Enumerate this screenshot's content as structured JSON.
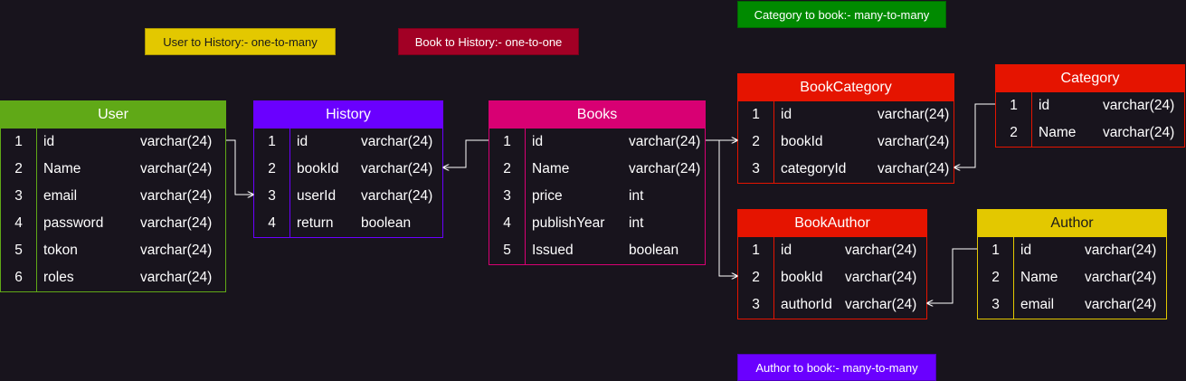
{
  "notes": {
    "user_history": "User to History:- one-to-many",
    "book_history": "Book to History:- one-to-one",
    "category_book": "Category to book:- many-to-many",
    "author_book": "Author to book:- many-to-many"
  },
  "tables": {
    "user": {
      "title": "User",
      "color": "#60a917",
      "rows": [
        {
          "n": "1",
          "field": "id",
          "type": "varchar(24)"
        },
        {
          "n": "2",
          "field": "Name",
          "type": "varchar(24)"
        },
        {
          "n": "3",
          "field": "email",
          "type": "varchar(24)"
        },
        {
          "n": "4",
          "field": "password",
          "type": "varchar(24)"
        },
        {
          "n": "5",
          "field": "tokon",
          "type": "varchar(24)"
        },
        {
          "n": "6",
          "field": "roles",
          "type": "varchar(24)"
        }
      ]
    },
    "history": {
      "title": "History",
      "color": "#6a00ff",
      "rows": [
        {
          "n": "1",
          "field": "id",
          "type": "varchar(24)"
        },
        {
          "n": "2",
          "field": "bookId",
          "type": "varchar(24)"
        },
        {
          "n": "3",
          "field": "userId",
          "type": "varchar(24)"
        },
        {
          "n": "4",
          "field": "return",
          "type": "boolean"
        }
      ]
    },
    "books": {
      "title": "Books",
      "color": "#d80073",
      "rows": [
        {
          "n": "1",
          "field": "id",
          "type": "varchar(24)"
        },
        {
          "n": "2",
          "field": "Name",
          "type": "varchar(24)"
        },
        {
          "n": "3",
          "field": "price",
          "type": "int"
        },
        {
          "n": "4",
          "field": "publishYear",
          "type": "int"
        },
        {
          "n": "5",
          "field": "Issued",
          "type": "boolean"
        }
      ]
    },
    "bookcategory": {
      "title": "BookCategory",
      "color": "#e51400",
      "rows": [
        {
          "n": "1",
          "field": "id",
          "type": "varchar(24)"
        },
        {
          "n": "2",
          "field": "bookId",
          "type": "varchar(24)"
        },
        {
          "n": "3",
          "field": "categoryId",
          "type": "varchar(24)"
        }
      ]
    },
    "category": {
      "title": "Category",
      "color": "#e51400",
      "rows": [
        {
          "n": "1",
          "field": "id",
          "type": "varchar(24)"
        },
        {
          "n": "2",
          "field": "Name",
          "type": "varchar(24)"
        }
      ]
    },
    "bookauthor": {
      "title": "BookAuthor",
      "color": "#e51400",
      "rows": [
        {
          "n": "1",
          "field": "id",
          "type": "varchar(24)"
        },
        {
          "n": "2",
          "field": "bookId",
          "type": "varchar(24)"
        },
        {
          "n": "3",
          "field": "authorId",
          "type": "varchar(24)"
        }
      ]
    },
    "author": {
      "title": "Author",
      "color": "#e3c800",
      "rows": [
        {
          "n": "1",
          "field": "id",
          "type": "varchar(24)"
        },
        {
          "n": "2",
          "field": "Name",
          "type": "varchar(24)"
        },
        {
          "n": "3",
          "field": "email",
          "type": "varchar(24)"
        }
      ]
    }
  }
}
